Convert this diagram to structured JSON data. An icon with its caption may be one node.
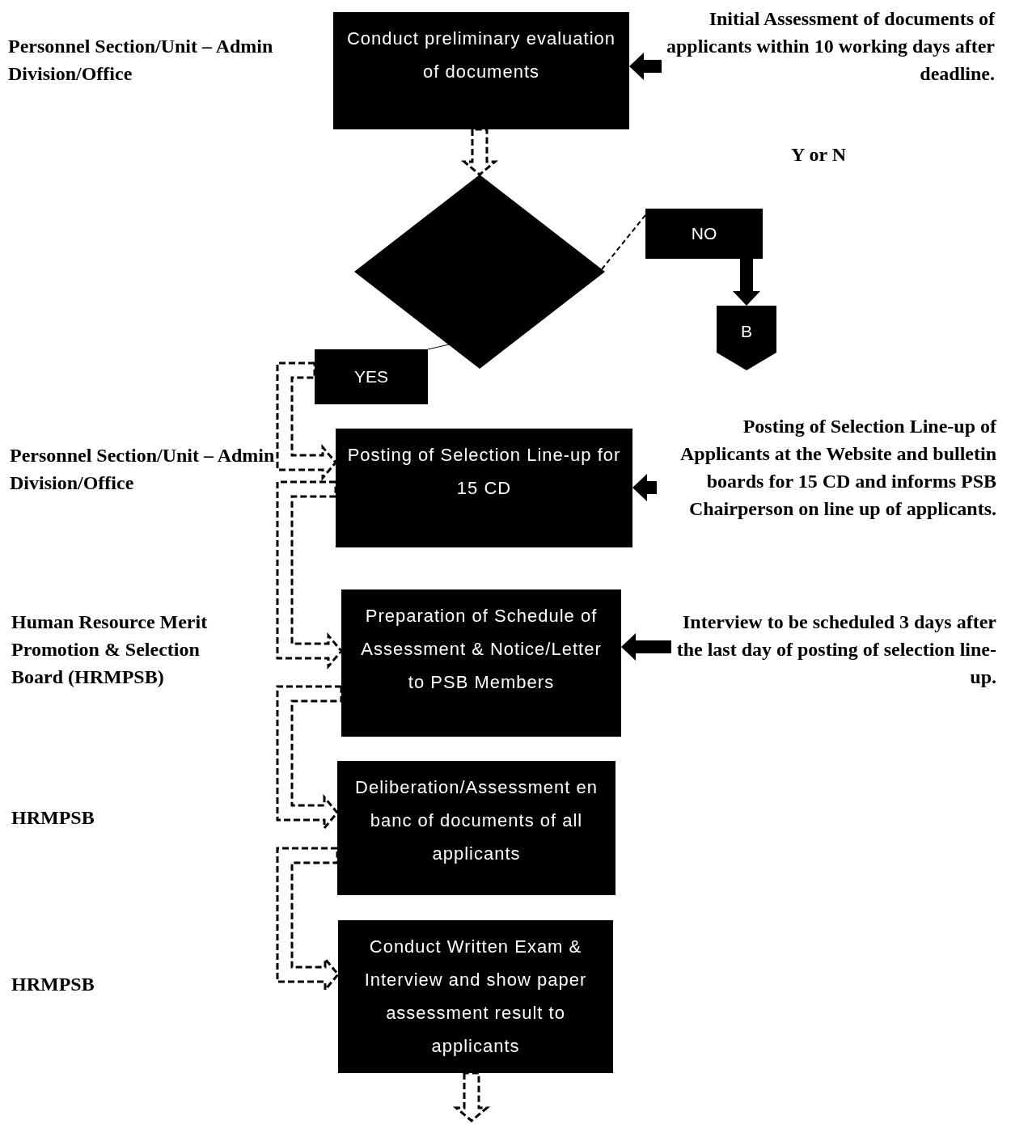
{
  "diagram": {
    "nodes": [
      {
        "text": [
          "Conduct preliminary evaluation of documents"
        ]
      },
      {
        "text": [],
        "shape": "diamond"
      },
      {
        "text": [
          "NO"
        ]
      },
      {
        "text": [
          "B"
        ]
      },
      {
        "text": [
          "YES"
        ]
      },
      {
        "text": [
          "Posting of Selection Line-up for 15 CD"
        ]
      },
      {
        "text": [
          "Preparation of Schedule of Assessment & Notice/Letter to PSB Members"
        ]
      },
      {
        "text": [
          "Deliberation/Assessment en banc of documents of all applicants"
        ]
      },
      {
        "text": [
          "Conduct Written Exam & Interview and show paper assessment result to applicants"
        ]
      },
      {
        "text": [
          "Initial Assessment of documents of applicants within 10 working days after deadline."
        ]
      },
      {
        "text": [
          "Posting of Selection Line-up of Applicants at the Website and bulletin boards for 15 CD and informs PSB Chairperson on line up of applicants."
        ]
      },
      {
        "text": [
          "Interview to be scheduled 3 days after the last day of posting of selection line-up."
        ]
      }
    ],
    "edges": [
      {
        "from": 0,
        "to": 1,
        "arrow": "to",
        "style": "dashed"
      },
      {
        "from": 1,
        "to": 2,
        "arrow": "none",
        "style": "dashed"
      },
      {
        "from": 2,
        "to": 3,
        "arrow": "to",
        "style": "thick"
      },
      {
        "from": 1,
        "to": 4,
        "arrow": "none"
      },
      {
        "from": 4,
        "to": 5,
        "arrow": "to",
        "style": "dashed"
      },
      {
        "from": 5,
        "to": 6,
        "arrow": "to",
        "style": "dashed"
      },
      {
        "from": 6,
        "to": 7,
        "arrow": "to",
        "style": "dashed"
      },
      {
        "from": 7,
        "to": 8,
        "arrow": "to",
        "style": "dashed"
      },
      {
        "from": 8,
        "to": null,
        "arrow": "to",
        "style": "dashed"
      },
      {
        "from": 9,
        "to": 0,
        "arrow": "to",
        "style": "thick"
      },
      {
        "from": 10,
        "to": 5,
        "arrow": "to",
        "style": "thick"
      },
      {
        "from": 11,
        "to": 6,
        "arrow": "to",
        "style": "thick"
      }
    ],
    "labels": [
      "Personnel Section/Unit – Admin Division/Office",
      "Y or N",
      "Personnel Section/Unit – Admin Division/Office",
      "Human Resource Merit Promotion & Selection Board (HRMPSB)",
      "HRMPSB",
      "HRMPSB"
    ]
  }
}
